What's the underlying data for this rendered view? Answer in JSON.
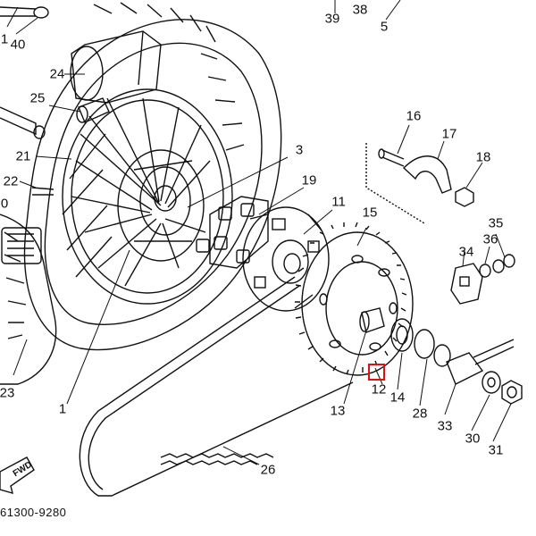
{
  "labels": [
    {
      "id": "1a",
      "text": "1"
    },
    {
      "id": "1b",
      "text": "1"
    },
    {
      "id": "3",
      "text": "3"
    },
    {
      "id": "5",
      "text": "5"
    },
    {
      "id": "11",
      "text": "11"
    },
    {
      "id": "12",
      "text": "12"
    },
    {
      "id": "13",
      "text": "13"
    },
    {
      "id": "14",
      "text": "14"
    },
    {
      "id": "15",
      "text": "15"
    },
    {
      "id": "16",
      "text": "16"
    },
    {
      "id": "17",
      "text": "17"
    },
    {
      "id": "18",
      "text": "18"
    },
    {
      "id": "19",
      "text": "19"
    },
    {
      "id": "21",
      "text": "21"
    },
    {
      "id": "22",
      "text": "22"
    },
    {
      "id": "23",
      "text": "23"
    },
    {
      "id": "24",
      "text": "24"
    },
    {
      "id": "25",
      "text": "25"
    },
    {
      "id": "26",
      "text": "26"
    },
    {
      "id": "28",
      "text": "28"
    },
    {
      "id": "30",
      "text": "30"
    },
    {
      "id": "31",
      "text": "31"
    },
    {
      "id": "33",
      "text": "33"
    },
    {
      "id": "34",
      "text": "34"
    },
    {
      "id": "35",
      "text": "35"
    },
    {
      "id": "36",
      "text": "36"
    },
    {
      "id": "38",
      "text": "38"
    },
    {
      "id": "39",
      "text": "39"
    },
    {
      "id": "40",
      "text": "40"
    },
    {
      "id": "0",
      "text": "0"
    }
  ],
  "fwd_label": "FWD",
  "drawing_code": "61300-9280",
  "highlight_color": "#e01010"
}
